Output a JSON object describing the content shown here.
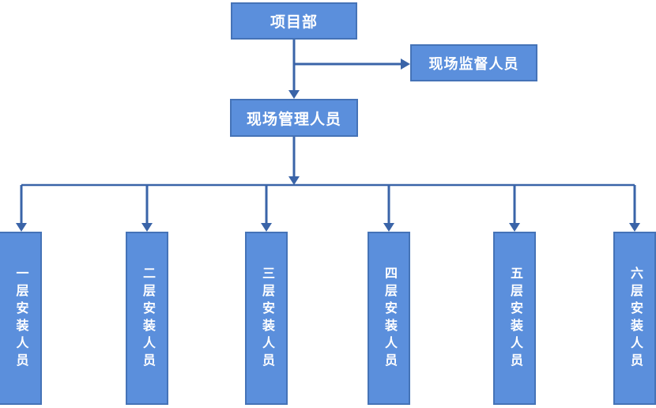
{
  "diagram": {
    "type": "org-chart",
    "nodes": {
      "project_department": "项目部",
      "site_supervision": "现场监督人员",
      "site_management": "现场管理人员",
      "floor_teams": [
        "一层安装人员",
        "二层安装人员",
        "三层安装人员",
        "四层安装人员",
        "五层安装人员",
        "六层安装人员"
      ]
    },
    "edges": [
      {
        "from": "project_department",
        "to": "site_supervision"
      },
      {
        "from": "project_department",
        "to": "site_management"
      },
      {
        "from": "site_management",
        "to": "floor_teams.0"
      },
      {
        "from": "site_management",
        "to": "floor_teams.1"
      },
      {
        "from": "site_management",
        "to": "floor_teams.2"
      },
      {
        "from": "site_management",
        "to": "floor_teams.3"
      },
      {
        "from": "site_management",
        "to": "floor_teams.4"
      },
      {
        "from": "site_management",
        "to": "floor_teams.5"
      }
    ],
    "colors": {
      "box_fill": "#5B8FDC",
      "box_border": "#4573B7",
      "connector": "#3A64A8",
      "box_text": "#FFFFFF",
      "background": "#FFFFFF"
    }
  }
}
